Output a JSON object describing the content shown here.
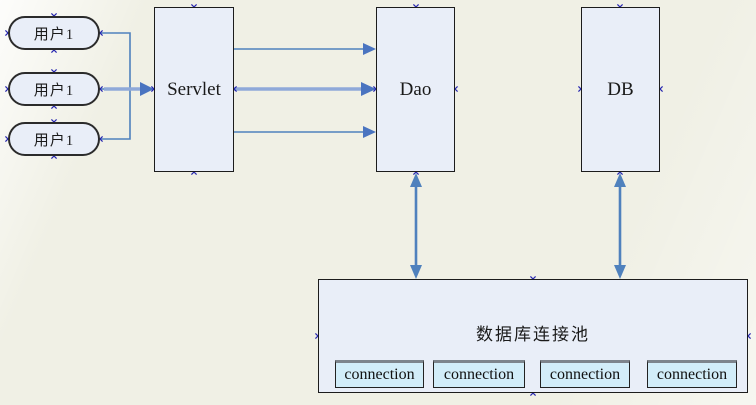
{
  "diagram": {
    "users": [
      {
        "label": "用户1"
      },
      {
        "label": "用户1"
      },
      {
        "label": "用户1"
      }
    ],
    "servlet": {
      "label": "Servlet"
    },
    "dao": {
      "label": "Dao"
    },
    "db": {
      "label": "DB"
    },
    "pool": {
      "title": "数据库连接池",
      "connections": [
        {
          "label": "connection"
        },
        {
          "label": "connection"
        },
        {
          "label": "connection"
        },
        {
          "label": "connection"
        }
      ]
    },
    "colors": {
      "background": "#f0f0e5",
      "node_fill": "#e9eef8",
      "connection_fill": "#d2edf9",
      "arrow": "#4f81bd",
      "arrow_shaft_light": "#8fa9d9",
      "arrow_head": "#4a74c0",
      "connection_point": "#2626b0",
      "border": "#1c1c1c"
    }
  }
}
